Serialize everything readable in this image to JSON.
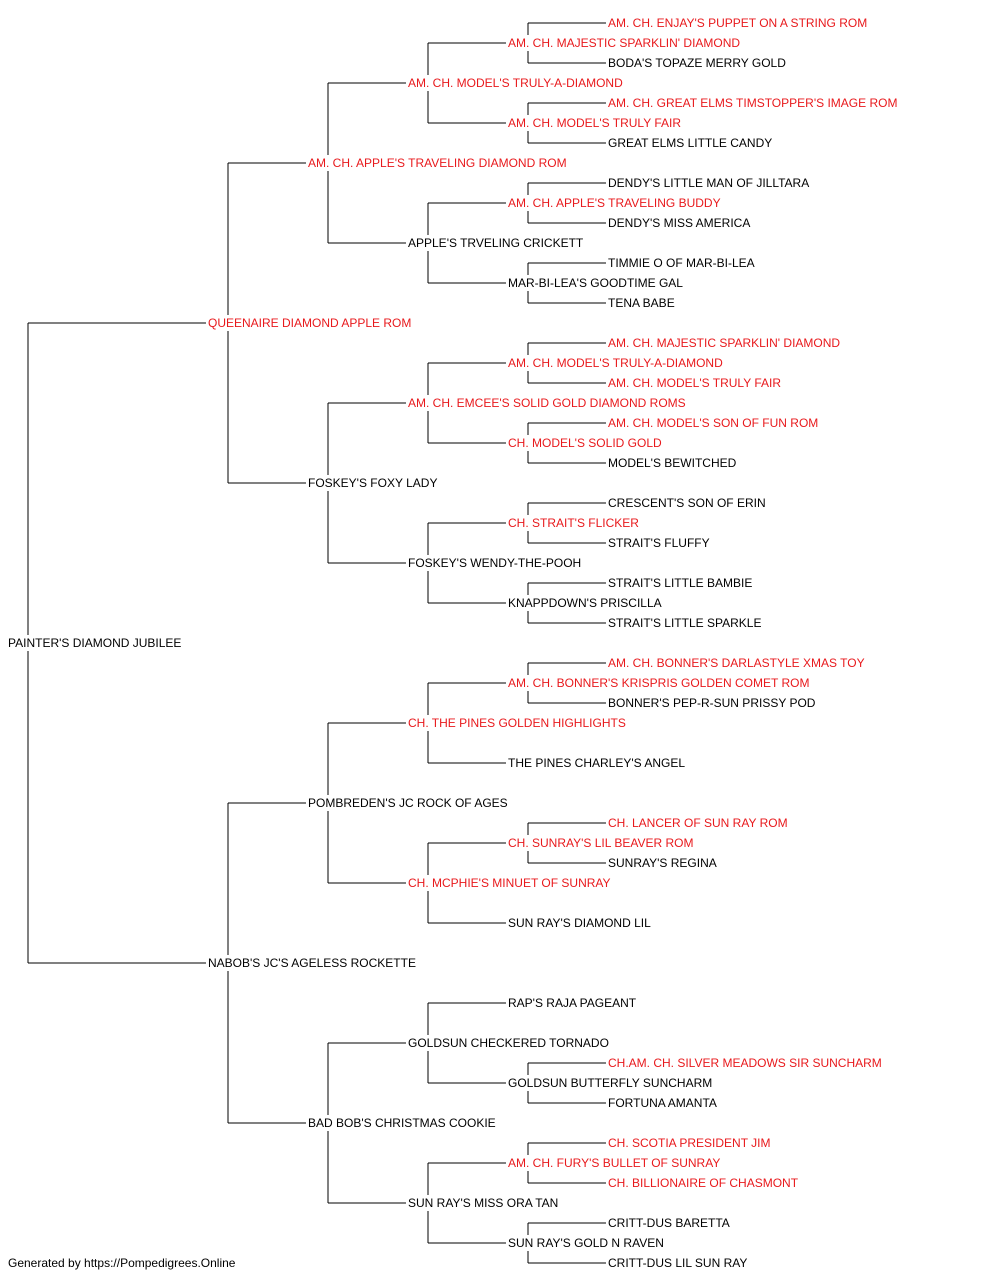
{
  "colors": {
    "champion": "#e8191c",
    "normal": "#000000",
    "line": "#000000"
  },
  "pedigree": {
    "name": "PAINTER'S DIAMOND JUBILEE",
    "champion": false,
    "sire": {
      "name": "QUEENAIRE DIAMOND APPLE ROM",
      "champion": true,
      "sire": {
        "name": "AM. CH. APPLE'S TRAVELING DIAMOND ROM",
        "champion": true,
        "sire": {
          "name": "AM. CH. MODEL'S TRULY-A-DIAMOND",
          "champion": true,
          "sire": {
            "name": "AM. CH. MAJESTIC SPARKLIN' DIAMOND",
            "champion": true,
            "sire": {
              "name": "AM. CH. ENJAY'S PUPPET ON A STRING ROM",
              "champion": true
            },
            "dam": {
              "name": "BODA'S TOPAZE MERRY GOLD",
              "champion": false
            }
          },
          "dam": {
            "name": "AM. CH. MODEL'S TRULY FAIR",
            "champion": true,
            "sire": {
              "name": "AM. CH. GREAT ELMS TIMSTOPPER'S IMAGE ROM",
              "champion": true
            },
            "dam": {
              "name": "GREAT ELMS LITTLE CANDY",
              "champion": false
            }
          }
        },
        "dam": {
          "name": "APPLE'S TRVELING CRICKETT",
          "champion": false,
          "sire": {
            "name": "AM. CH. APPLE'S TRAVELING BUDDY",
            "champion": true,
            "sire": {
              "name": "DENDY'S LITTLE MAN OF JILLTARA",
              "champion": false
            },
            "dam": {
              "name": "DENDY'S MISS AMERICA",
              "champion": false
            }
          },
          "dam": {
            "name": "MAR-BI-LEA'S GOODTIME GAL",
            "champion": false,
            "sire": {
              "name": "TIMMIE O OF MAR-BI-LEA",
              "champion": false
            },
            "dam": {
              "name": "TENA BABE",
              "champion": false
            }
          }
        }
      },
      "dam": {
        "name": "FOSKEY'S FOXY LADY",
        "champion": false,
        "sire": {
          "name": "AM. CH. EMCEE'S SOLID GOLD DIAMOND ROMS",
          "champion": true,
          "sire": {
            "name": "AM. CH. MODEL'S TRULY-A-DIAMOND",
            "champion": true,
            "sire": {
              "name": "AM. CH. MAJESTIC SPARKLIN' DIAMOND",
              "champion": true
            },
            "dam": {
              "name": "AM. CH. MODEL'S TRULY FAIR",
              "champion": true
            }
          },
          "dam": {
            "name": "CH. MODEL'S SOLID GOLD",
            "champion": true,
            "sire": {
              "name": "AM. CH. MODEL'S SON OF FUN ROM",
              "champion": true
            },
            "dam": {
              "name": "MODEL'S BEWITCHED",
              "champion": false
            }
          }
        },
        "dam": {
          "name": "FOSKEY'S WENDY-THE-POOH",
          "champion": false,
          "sire": {
            "name": "CH. STRAIT'S FLICKER",
            "champion": true,
            "sire": {
              "name": "CRESCENT'S SON OF ERIN",
              "champion": false
            },
            "dam": {
              "name": "STRAIT'S FLUFFY",
              "champion": false
            }
          },
          "dam": {
            "name": "KNAPPDOWN'S PRISCILLA",
            "champion": false,
            "sire": {
              "name": "STRAIT'S LITTLE BAMBIE",
              "champion": false
            },
            "dam": {
              "name": "STRAIT'S LITTLE SPARKLE",
              "champion": false
            }
          }
        }
      }
    },
    "dam": {
      "name": "NABOB'S JC'S AGELESS ROCKETTE",
      "champion": false,
      "sire": {
        "name": "POMBREDEN'S JC ROCK OF AGES",
        "champion": false,
        "sire": {
          "name": "CH. THE PINES GOLDEN HIGHLIGHTS",
          "champion": true,
          "sire": {
            "name": "AM. CH. BONNER'S KRISPRIS GOLDEN COMET ROM",
            "champion": true,
            "sire": {
              "name": "AM. CH. BONNER'S DARLASTYLE XMAS TOY",
              "champion": true
            },
            "dam": {
              "name": "BONNER'S PEP-R-SUN PRISSY POD",
              "champion": false
            }
          },
          "dam": {
            "name": "THE PINES CHARLEY'S ANGEL",
            "champion": false
          }
        },
        "dam": {
          "name": "CH. MCPHIE'S MINUET OF SUNRAY",
          "champion": true,
          "sire": {
            "name": "CH. SUNRAY'S LIL BEAVER ROM",
            "champion": true,
            "sire": {
              "name": "CH. LANCER OF SUN RAY ROM",
              "champion": true
            },
            "dam": {
              "name": "SUNRAY'S REGINA",
              "champion": false
            }
          },
          "dam": {
            "name": "SUN RAY'S DIAMOND LIL",
            "champion": false
          }
        }
      },
      "dam": {
        "name": "BAD BOB'S CHRISTMAS COOKIE",
        "champion": false,
        "sire": {
          "name": "GOLDSUN CHECKERED TORNADO",
          "champion": false,
          "sire": {
            "name": "RAP'S RAJA PAGEANT",
            "champion": false
          },
          "dam": {
            "name": "GOLDSUN BUTTERFLY SUNCHARM",
            "champion": false,
            "sire": {
              "name": "CH.AM. CH. SILVER MEADOWS SIR SUNCHARM",
              "champion": true
            },
            "dam": {
              "name": "FORTUNA AMANTA",
              "champion": false
            }
          }
        },
        "dam": {
          "name": "SUN RAY'S MISS ORA TAN",
          "champion": false,
          "sire": {
            "name": "AM. CH. FURY'S BULLET OF SUNRAY",
            "champion": true,
            "sire": {
              "name": "CH. SCOTIA PRESIDENT JIM",
              "champion": true
            },
            "dam": {
              "name": "CH. BILLIONAIRE OF CHASMONT",
              "champion": true
            }
          },
          "dam": {
            "name": "SUN RAY'S GOLD N RAVEN",
            "champion": false,
            "sire": {
              "name": "CRITT-DUS BARETTA",
              "champion": false
            },
            "dam": {
              "name": "CRITT-DUS LIL SUN RAY",
              "champion": false
            }
          }
        }
      }
    }
  },
  "footer": {
    "text": "Generated by https://Pompedigrees.Online"
  }
}
